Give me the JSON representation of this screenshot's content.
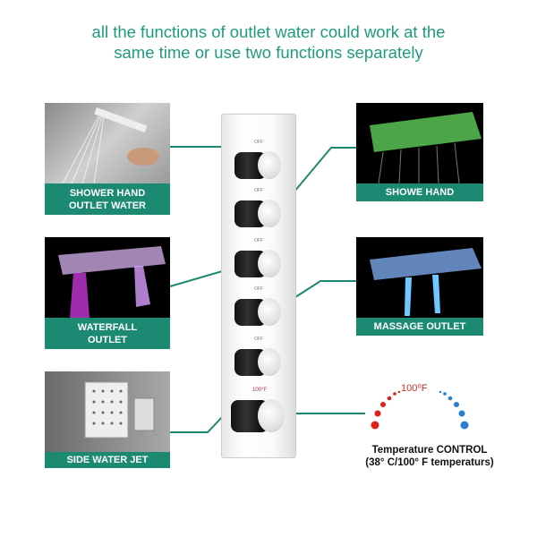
{
  "headline": {
    "line1": "all the functions of outlet water could work at the",
    "line2": "same time or use two functions separately"
  },
  "panels": [
    {
      "label_line1": "SHOWER HAND",
      "label_line2": "OUTLET WATER",
      "icon": "handheld-shower-photo"
    },
    {
      "label_line1": "SHOWE HAND",
      "label_line2": "",
      "icon": "led-rain-shower-green-photo"
    },
    {
      "label_line1": "WATERFALL",
      "label_line2": "OUTLET",
      "icon": "led-waterfall-purple-photo"
    },
    {
      "label_line1": "MASSAGE OUTLET",
      "label_line2": "",
      "icon": "led-massage-blue-photo"
    },
    {
      "label_line1": "SIDE WATER JET",
      "label_line2": "",
      "icon": "body-jet-photo"
    }
  ],
  "valve": {
    "off_label": "OFF",
    "temp_mark": "100°F"
  },
  "temperature": {
    "scale_label": "100⁰F",
    "title_line1": "Temperature CONTROL",
    "title_line2": "(38° C/100° F temperaturs)",
    "cold_color": "#2a7fd0",
    "hot_color": "#e0201c"
  },
  "colors": {
    "accent": "#1c8a72",
    "headline": "#1f9a80"
  }
}
